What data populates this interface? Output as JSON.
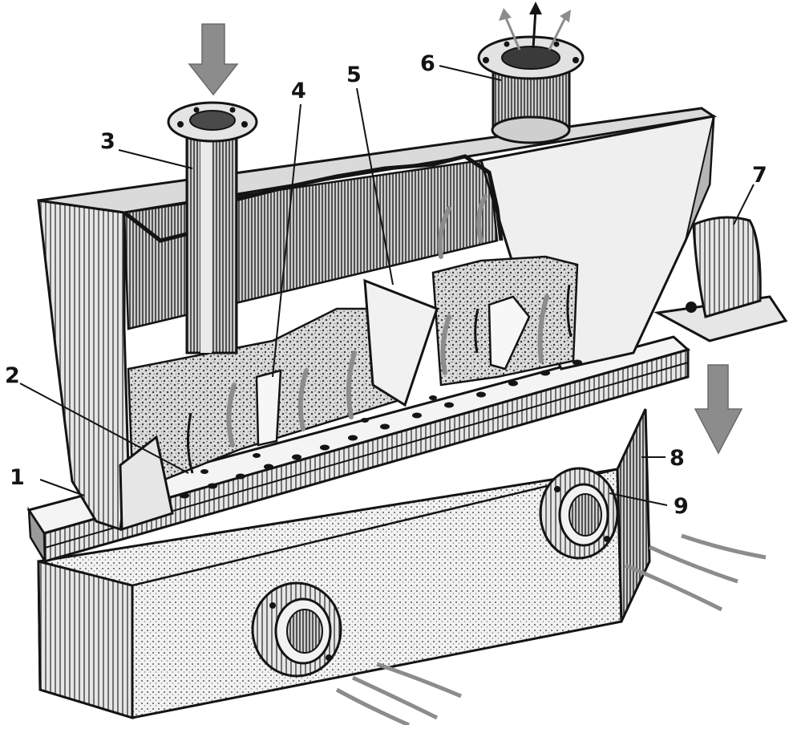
{
  "callouts": [
    {
      "id": "1",
      "label": "1"
    },
    {
      "id": "2",
      "label": "2"
    },
    {
      "id": "3",
      "label": "3"
    },
    {
      "id": "4",
      "label": "4"
    },
    {
      "id": "5",
      "label": "5"
    },
    {
      "id": "6",
      "label": "6"
    },
    {
      "id": "7",
      "label": "7"
    },
    {
      "id": "8",
      "label": "8"
    },
    {
      "id": "9",
      "label": "9"
    }
  ],
  "colors": {
    "ink": "#141414",
    "metal_light": "#ececec",
    "metal_mid": "#bdbdbd",
    "metal_dark": "#6a6a6a",
    "bed": "#d4d4d4",
    "flow_arrow": "#8c8c8c"
  },
  "icons": {
    "inflow_arrow": "arrow-down-icon",
    "outflow_arrow": "arrow-up-icon",
    "air_arrow": "airflow-arrow-icon"
  }
}
